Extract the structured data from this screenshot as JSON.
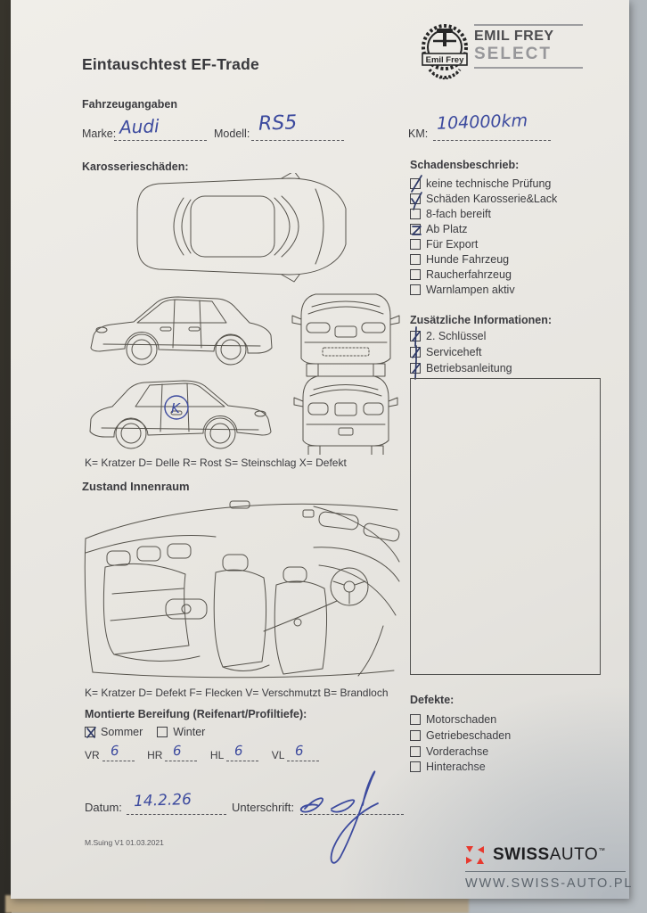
{
  "page": {
    "title": "Eintauschtest EF-Trade",
    "version_note": "M.Suing V1 01.03.2021"
  },
  "brand": {
    "emblem_text": "Emil Frey",
    "name_line1": "EMIL FREY",
    "name_line2": "SELECT"
  },
  "vehicle": {
    "section_label": "Fahrzeugangaben",
    "marke_label": "Marke:",
    "marke_value": "Audi",
    "modell_label": "Modell:",
    "modell_value": "RS5",
    "km_label": "KM:",
    "km_value": "104000km"
  },
  "body_damage": {
    "section_label": "Karosserieschäden:",
    "damage_mark": "K",
    "legend": "K= Kratzer D= Delle R= Rost S= Steinschlag X= Defekt"
  },
  "interior": {
    "section_label": "Zustand Innenraum",
    "legend": "K= Kratzer D= Defekt F= Flecken V= Verschmutzt B= Brandloch"
  },
  "schadensbeschrieb": {
    "heading": "Schadensbeschrieb:",
    "items": [
      {
        "label": "keine technische Prüfung",
        "checked": true
      },
      {
        "label": "Schäden Karosserie&Lack",
        "checked": true
      },
      {
        "label": "8-fach bereift",
        "checked": false
      },
      {
        "label": "Ab Platz",
        "checked": true
      },
      {
        "label": "Für Export",
        "checked": false
      },
      {
        "label": "Hunde Fahrzeug",
        "checked": false
      },
      {
        "label": "Raucherfahrzeug",
        "checked": false
      },
      {
        "label": "Warnlampen aktiv",
        "checked": false
      }
    ]
  },
  "zusatz": {
    "heading": "Zusätzliche Informationen:",
    "items": [
      {
        "label": "2. Schlüssel",
        "checked": true
      },
      {
        "label": "Serviceheft",
        "checked": true
      },
      {
        "label": "Betriebsanleitung",
        "checked": true
      }
    ]
  },
  "defekte": {
    "heading": "Defekte:",
    "items": [
      {
        "label": "Motorschaden",
        "checked": false
      },
      {
        "label": "Getriebeschaden",
        "checked": false
      },
      {
        "label": "Vorderachse",
        "checked": false
      },
      {
        "label": "Hinterachse",
        "checked": false
      }
    ]
  },
  "bereifung": {
    "heading": "Montierte Bereifung (Reifenart/Profiltiefe):",
    "sommer_label": "Sommer",
    "sommer_checked": true,
    "winter_label": "Winter",
    "winter_checked": false,
    "fields": [
      {
        "label": "VR",
        "value": "6"
      },
      {
        "label": "HR",
        "value": "6"
      },
      {
        "label": "HL",
        "value": "6"
      },
      {
        "label": "VL",
        "value": "6"
      }
    ]
  },
  "signature_area": {
    "datum_label": "Datum:",
    "datum_value": "14.2.26",
    "unterschrift_label": "Unterschrift:"
  },
  "watermark": {
    "brand_bold": "SWISS",
    "brand_regular": "AUTO",
    "tm": "™",
    "url": "WWW.SWISS-AUTO.PL",
    "accent_color": "#e8392e",
    "pen_color": "#3c4a9e"
  }
}
